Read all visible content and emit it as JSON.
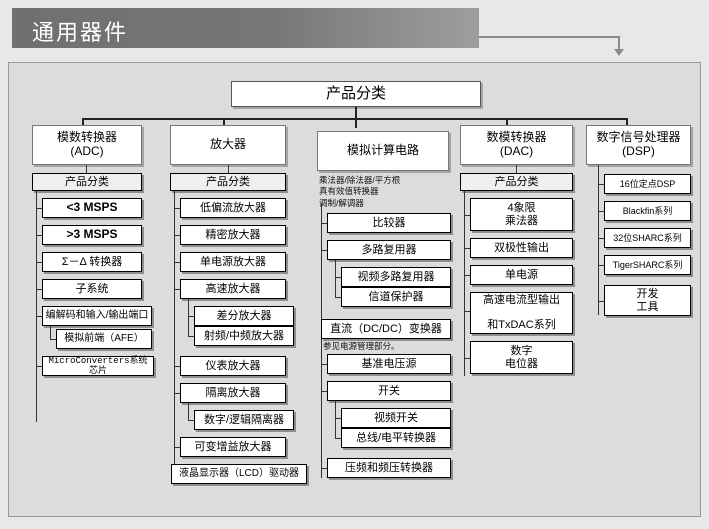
{
  "header": {
    "title": "通用器件"
  },
  "root": {
    "label": "产品分类"
  },
  "columns": [
    {
      "id": "adc",
      "title": "模数转换器\n(ADC)",
      "subtitle": "产品分类",
      "items": [
        {
          "label": "<3 MSPS",
          "style": "strong",
          "indent": 0
        },
        {
          "label": ">3 MSPS",
          "style": "strong",
          "indent": 0
        },
        {
          "label": "Σ－Δ 转换器",
          "style": "normal",
          "indent": 0
        },
        {
          "label": "子系统",
          "style": "normal",
          "indent": 0
        },
        {
          "label": "编解码和输入/输出端口",
          "style": "normal",
          "indent": 0
        },
        {
          "label": "模拟前端（AFE）",
          "style": "normal",
          "indent": 1
        },
        {
          "label": "MicroConverters系统芯片",
          "style": "mono",
          "indent": 0
        }
      ]
    },
    {
      "id": "amp",
      "title": "放大器",
      "subtitle": "产品分类",
      "items": [
        {
          "label": "低偏流放大器",
          "style": "normal",
          "indent": 0
        },
        {
          "label": "精密放大器",
          "style": "normal",
          "indent": 0
        },
        {
          "label": "单电源放大器",
          "style": "normal",
          "indent": 0
        },
        {
          "label": "高速放大器",
          "style": "normal",
          "indent": 0
        },
        {
          "label": "差分放大器",
          "style": "normal",
          "indent": 1
        },
        {
          "label": "射频/中频放大器",
          "style": "normal",
          "indent": 1
        },
        {
          "label": "仪表放大器",
          "style": "normal",
          "indent": 0
        },
        {
          "label": "隔离放大器",
          "style": "normal",
          "indent": 0
        },
        {
          "label": "数字/逻辑隔离器",
          "style": "normal",
          "indent": 1
        },
        {
          "label": "可变增益放大器",
          "style": "normal",
          "indent": 0
        },
        {
          "label": "液晶显示器（LCD）驱动器",
          "style": "normal",
          "indent": 0
        }
      ]
    },
    {
      "id": "analog",
      "title": "模拟计算电路",
      "note": "乘法器/除法器/平方根\n真有效值转换器\n调制/解调器",
      "items": [
        {
          "label": "比较器",
          "style": "normal",
          "indent": 0
        },
        {
          "label": "多路复用器",
          "style": "normal",
          "indent": 0
        },
        {
          "label": "视频多路复用器",
          "style": "normal",
          "indent": 1
        },
        {
          "label": "信道保护器",
          "style": "normal",
          "indent": 1
        },
        {
          "label": "直流（DC/DC）变换器",
          "style": "normal",
          "indent": 0
        },
        {
          "label": "基准电压源",
          "style": "normal",
          "indent": 0
        },
        {
          "label": "开关",
          "style": "normal",
          "indent": 0
        },
        {
          "label": "视频开关",
          "style": "normal",
          "indent": 1
        },
        {
          "label": "总线/电平转换器",
          "style": "normal",
          "indent": 1
        },
        {
          "label": "压频和频压转换器",
          "style": "normal",
          "indent": 0
        }
      ],
      "note2": "参见电源管理部分。"
    },
    {
      "id": "dac",
      "title": "数模转换器\n(DAC)",
      "subtitle": "产品分类",
      "items": [
        {
          "label": "4象限\n乘法器",
          "style": "normal",
          "indent": 0
        },
        {
          "label": "双极性输出",
          "style": "normal",
          "indent": 0
        },
        {
          "label": "单电源",
          "style": "normal",
          "indent": 0
        },
        {
          "label": "高速电流型输出\n\n和TxDAC系列",
          "style": "normal",
          "indent": 0
        },
        {
          "label": "数字\n电位器",
          "style": "normal",
          "indent": 0
        }
      ]
    },
    {
      "id": "dsp",
      "title": "数字信号处理器\n(DSP)",
      "items": [
        {
          "label": "16位定点DSP",
          "style": "normal",
          "indent": 0
        },
        {
          "label": "Blackfin系列",
          "style": "normal",
          "indent": 0
        },
        {
          "label": "32位SHARC系列",
          "style": "normal",
          "indent": 0
        },
        {
          "label": "TigerSHARC系列",
          "style": "normal",
          "indent": 0
        },
        {
          "label": "开发\n工具",
          "style": "normal",
          "indent": 0
        }
      ]
    }
  ],
  "colors": {
    "header_start": "#707070",
    "header_end": "#9e9e9e",
    "panel_bg": "#dcdcdc",
    "page_bg": "#e8e8e8",
    "box_bg": "#ffffff",
    "line": "#333333"
  }
}
